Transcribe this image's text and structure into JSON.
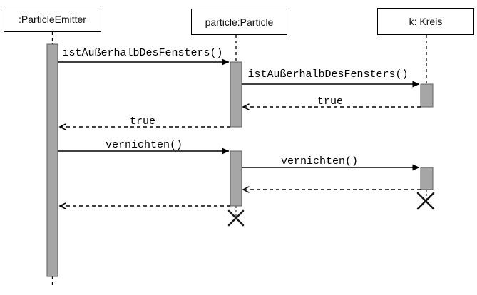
{
  "diagram": {
    "type": "uml-sequence-diagram",
    "lifelines": [
      {
        "id": "emitter",
        "label": ":ParticleEmitter",
        "destroyed": false
      },
      {
        "id": "particle",
        "label": "particle:Particle",
        "destroyed": true
      },
      {
        "id": "kreis",
        "label": "k: Kreis",
        "destroyed": true
      }
    ],
    "messages": [
      {
        "index": 1,
        "from": "emitter",
        "to": "particle",
        "kind": "sync",
        "label": "istAußerhalbDesFensters()"
      },
      {
        "index": 2,
        "from": "particle",
        "to": "kreis",
        "kind": "sync",
        "label": "istAußerhalbDesFensters()"
      },
      {
        "index": 3,
        "from": "kreis",
        "to": "particle",
        "kind": "return",
        "label": "true"
      },
      {
        "index": 4,
        "from": "particle",
        "to": "emitter",
        "kind": "return",
        "label": "true"
      },
      {
        "index": 5,
        "from": "emitter",
        "to": "particle",
        "kind": "sync",
        "label": "vernichten()"
      },
      {
        "index": 6,
        "from": "particle",
        "to": "kreis",
        "kind": "sync",
        "label": "vernichten()"
      },
      {
        "index": 7,
        "from": "kreis",
        "to": "particle",
        "kind": "return",
        "label": ""
      },
      {
        "index": 8,
        "from": "particle",
        "to": "emitter",
        "kind": "return",
        "label": ""
      }
    ],
    "colors": {
      "background": "#ffffff",
      "line": "#000000",
      "box_border": "#000000",
      "activation_fill": "#a6a6a6",
      "activation_border": "#5f5f5f"
    }
  }
}
